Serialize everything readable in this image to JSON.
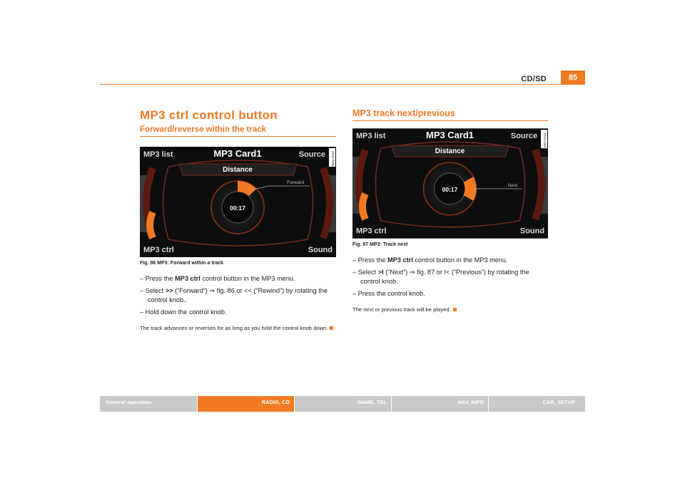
{
  "header": {
    "section": "CD/SD",
    "page": "85"
  },
  "left": {
    "title": "MP3 ctrl control button",
    "subtitle": "Forward/reverse within the track",
    "screen": {
      "top_left": "MP3 list",
      "top_center": "MP3 Card1",
      "top_right": "Source",
      "menu": "Distance",
      "time": "00:17",
      "callout": "Forward",
      "bottom_left": "MP3 ctrl",
      "bottom_right": "Sound",
      "image_code": "B6M-0344"
    },
    "caption": "Fig. 86  MP3: Forward within a track",
    "steps": [
      {
        "pre": "– Press the ",
        "bold": "MP3 ctrl",
        "post": " control button in the MP3 menu."
      },
      {
        "pre": "– Select ",
        "bold": ">>",
        "post": " (“Forward”) ⇒ fig. 86 or << (“Rewind”) by rotating the control knob.."
      },
      {
        "pre": "– Hold down the control knob.",
        "bold": "",
        "post": ""
      }
    ],
    "note": "The track advances or reverses for as long as you hold the control knob down."
  },
  "right": {
    "title": "MP3 track next/previous",
    "screen": {
      "top_left": "MP3 list",
      "top_center": "MP3 Card1",
      "top_right": "Source",
      "menu": "Distance",
      "time": "00:17",
      "callout": "Next",
      "bottom_left": "MP3 ctrl",
      "bottom_right": "Sound",
      "image_code": "B6M-0343"
    },
    "caption": "Fig. 87  MP3: Track next",
    "steps": [
      {
        "pre": "– Press the ",
        "bold": "MP3 ctrl",
        "post": " control button in the MP3 menu."
      },
      {
        "pre": "– Select ",
        "bold": ">I",
        "post": " (“Next”) ⇒ fig. 87 or I< (“Previous”) by rotating the control knob."
      },
      {
        "pre": "– Press the control knob.",
        "bold": "",
        "post": ""
      }
    ],
    "note": "The next or previous track will be played."
  },
  "footer": {
    "tabs": [
      {
        "label": "General operation",
        "active": false
      },
      {
        "label": "RADIO, CD",
        "active": true
      },
      {
        "label": "NAME, TEL",
        "active": false
      },
      {
        "label": "NAV, INFO",
        "active": false
      },
      {
        "label": "CAR, SETUP",
        "active": false
      }
    ]
  },
  "colors": {
    "accent": "#f07a22",
    "tab_inactive": "#c9c9c9",
    "screen_bg": "#0d0d0d"
  }
}
